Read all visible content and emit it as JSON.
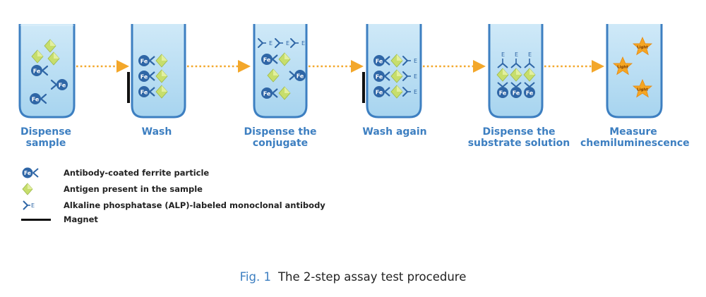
{
  "colors": {
    "label_blue": "#3d7fc1",
    "liquid": "#b3dcf3",
    "arrow": "#f3a72a",
    "particle": "#2f66a6",
    "antigen": "#c7de6c",
    "star": "#f5a623",
    "magnet": "#111111"
  },
  "steps": [
    {
      "label": "Dispense\nsample"
    },
    {
      "label": "Wash"
    },
    {
      "label": "Dispense the\nconjugate"
    },
    {
      "label": "Wash again"
    },
    {
      "label": "Dispense the\nsubstrate solution"
    },
    {
      "label": "Measure\nchemiluminescence"
    }
  ],
  "icons": {
    "fe": "Fe",
    "e": "E",
    "light": "Light"
  },
  "legend": [
    {
      "icon": "antibody-ferrite-icon",
      "text": "Antibody-coated ferrite particle"
    },
    {
      "icon": "antigen-icon",
      "text": "Antigen present in the sample"
    },
    {
      "icon": "alp-antibody-icon",
      "text": "Alkaline phosphatase (ALP)-labeled monoclonal antibody"
    },
    {
      "icon": "magnet-icon",
      "text": "Magnet"
    }
  ],
  "caption": {
    "fig": "Fig. 1",
    "title": "The 2-step assay test procedure"
  }
}
